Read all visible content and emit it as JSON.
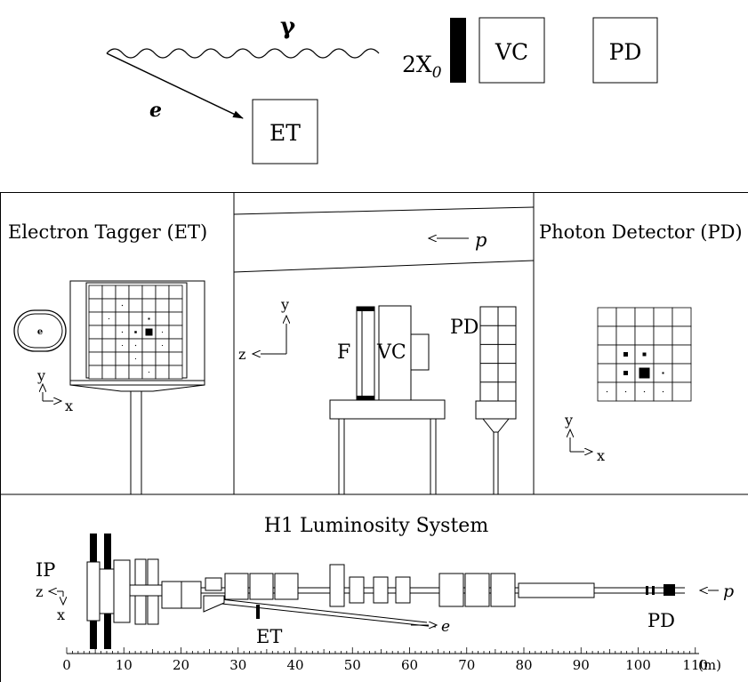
{
  "top_schematic": {
    "photon_symbol": "γ",
    "electron_symbol": "e",
    "converter_label_prefix": "2X",
    "converter_label_subscript": "0",
    "vc_box": "VC",
    "pd_box": "PD",
    "et_box": "ET"
  },
  "panel_et": {
    "title": "Electron Tagger (ET)",
    "beam_pipe_label": "e",
    "axis_y": "y",
    "axis_x": "x"
  },
  "panel_mid": {
    "beam_label": "p",
    "axis_y": "y",
    "axis_z": "z",
    "filter_label": "F",
    "vc_label": "VC",
    "pd_label": "PD"
  },
  "panel_pd": {
    "title": "Photon Detector (PD)",
    "axis_y": "y",
    "axis_x": "x"
  },
  "panel_lumi": {
    "title": "H1 Luminosity System",
    "ip_label": "IP",
    "axis_z": "z",
    "axis_x": "x",
    "e_label": "e",
    "p_label": "p",
    "et_label": "ET",
    "pd_label": "PD",
    "scale_ticks": [
      "0",
      "10",
      "20",
      "30",
      "40",
      "50",
      "60",
      "70",
      "80",
      "90",
      "100",
      "110"
    ],
    "scale_unit": "(m)"
  }
}
